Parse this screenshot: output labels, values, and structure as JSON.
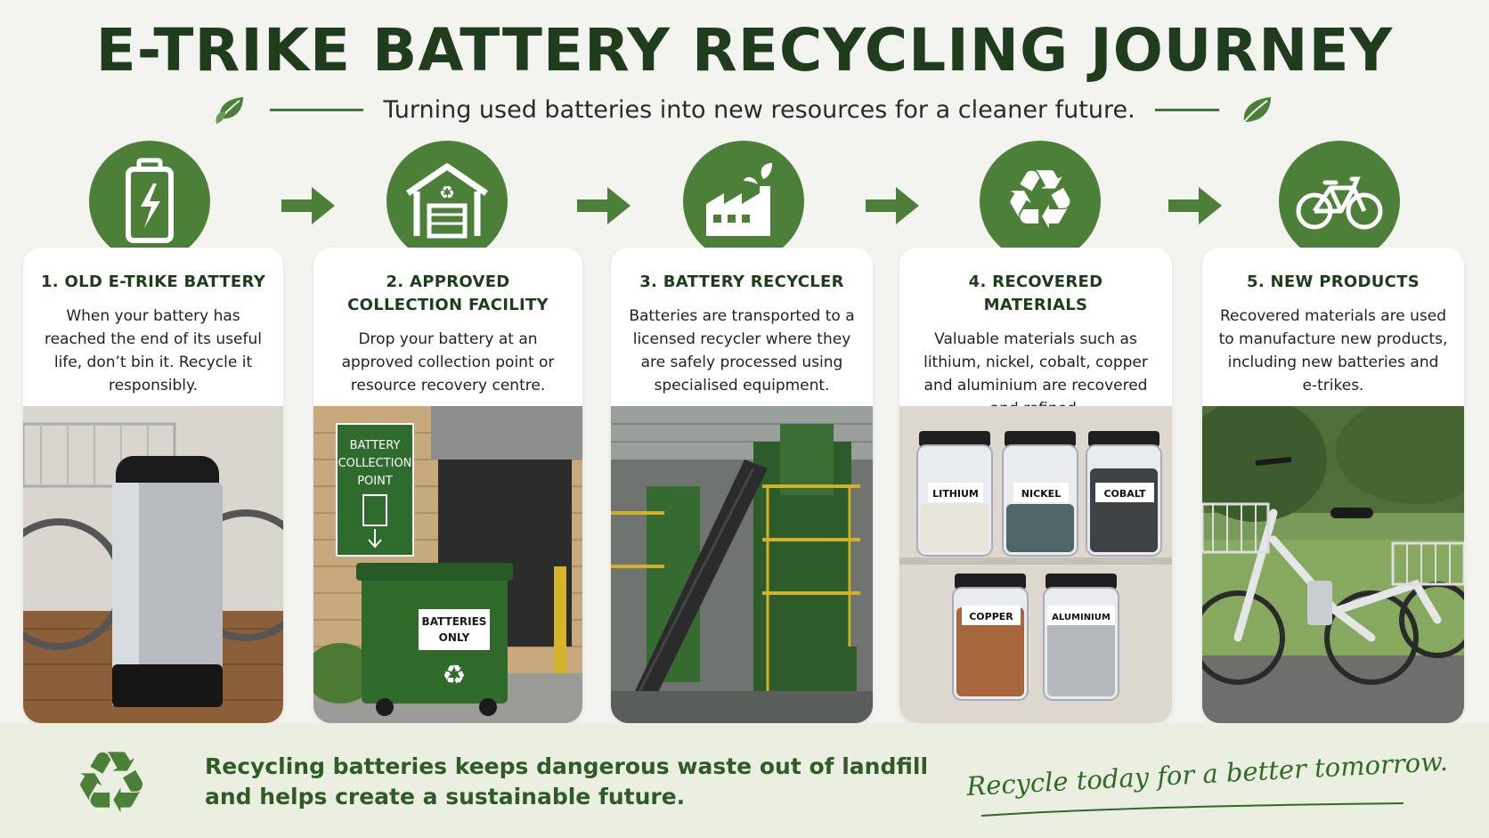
{
  "title": "E-TRIKE BATTERY RECYCLING JOURNEY",
  "subtitle": "Turning used batteries into new resources for a cleaner future.",
  "colors": {
    "brand_green": "#4c7f38",
    "dark_green": "#1f3d1c",
    "panel_bg": "#eaefe2"
  },
  "steps": [
    {
      "icon": "battery-charge-icon",
      "heading": "1. OLD E-TRIKE BATTERY",
      "body": "When your battery has reached the end of its useful life, don’t bin it. Recycle it responsibly.",
      "photo": "battery-on-trike-photo"
    },
    {
      "icon": "collection-facility-icon",
      "heading": "2. APPROVED COLLECTION FACILITY",
      "body": "Drop your battery at an approved collection point or resource recovery centre.",
      "photo": "collection-bin-photo",
      "sign_lines": [
        "BATTERY",
        "COLLECTION",
        "POINT"
      ],
      "bin_label": [
        "BATTERIES",
        "ONLY"
      ]
    },
    {
      "icon": "factory-icon",
      "heading": "3. BATTERY RECYCLER",
      "body": "Batteries are transported to a licensed recycler where they are safely processed using specialised equipment.",
      "photo": "recycling-plant-photo"
    },
    {
      "icon": "recycle-icon",
      "heading": "4. RECOVERED MATERIALS",
      "body": "Valuable materials such as lithium, nickel, cobalt, copper and aluminium are recovered and refined.",
      "photo": "material-jars-photo",
      "jar_labels": [
        "LITHIUM",
        "NICKEL",
        "COBALT",
        "COPPER",
        "ALUMINIUM"
      ]
    },
    {
      "icon": "bicycle-icon",
      "heading": "5. NEW PRODUCTS",
      "body": "Recovered materials are used to manufacture new products, including new batteries and e-trikes.",
      "photo": "new-etrike-photo"
    }
  ],
  "bottom": {
    "message": "Recycling batteries keeps dangerous waste out of landfill and helps create a sustainable future.",
    "slogan": "Recycle today for a better tomorrow."
  }
}
